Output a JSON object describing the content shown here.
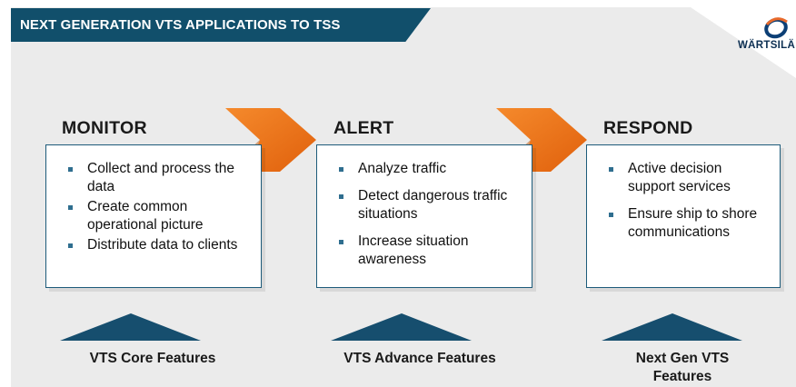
{
  "title": "NEXT GENERATION VTS APPLICATIONS TO TSS",
  "logo": {
    "text": "WÄRTSILÄ",
    "icon": "wartsila-logo-icon"
  },
  "colors": {
    "title_bar": "#114f6b",
    "background": "#ebebeb",
    "arrow": "#f07218",
    "card_border": "#1d5b7a",
    "triangle": "#164e6e"
  },
  "columns": [
    {
      "heading": "MONITOR",
      "items": [
        "Collect and process the data",
        "Create common operational picture",
        "Distribute data to clients"
      ],
      "feature": "VTS Core Features"
    },
    {
      "heading": "ALERT",
      "items": [
        "Analyze traffic",
        "Detect dangerous traffic situations",
        "Increase situation awareness"
      ],
      "feature": "VTS Advance Features"
    },
    {
      "heading": "RESPOND",
      "items": [
        "Active decision support services",
        "Ensure ship to shore communications"
      ],
      "feature": "Next Gen VTS Features"
    }
  ]
}
